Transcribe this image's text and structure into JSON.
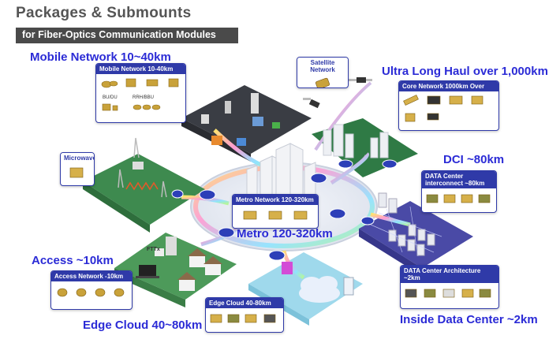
{
  "header": {
    "title": "Packages & Submounts",
    "subtitle": "for Fiber-Optics Communication Modules"
  },
  "big_labels": {
    "mobile": "Mobile Network 10~40km",
    "ulh": "Ultra Long Haul over 1,000km",
    "dci": "DCI ~80km",
    "metro": "Metro 120-320km",
    "access": "Access ~10km",
    "edge": "Edge Cloud 40~80km",
    "inside": "Inside Data Center ~2km"
  },
  "cards": {
    "mobile": {
      "title": "Mobile Network 10-40km",
      "captions": [
        "BU/DU",
        "RRH/BBU"
      ]
    },
    "satellite": {
      "title": "Satellite Network"
    },
    "core": {
      "title": "Core Network 1000km Over"
    },
    "microwave": {
      "title": "Microwave"
    },
    "dci": {
      "title": "DATA Center interconnect ~80km"
    },
    "metro": {
      "title": "Metro Network 120-320km"
    },
    "access": {
      "title": "Access Network -10km"
    },
    "dcarch": {
      "title": "DATA Center Architecture ~2km"
    },
    "edge": {
      "title": "Edge Cloud 40-80km"
    }
  },
  "scene_labels": {
    "ftth": "FTTx"
  },
  "colors": {
    "accent": "#2f3aa8",
    "bigtext": "#2b2bd6",
    "platform_dark": "#3a3d44",
    "platform_green": "#3e8a4f",
    "platform_purple": "#4a4aa6",
    "platform_blue": "#9fd9ec",
    "gold": "#c9a23a"
  }
}
